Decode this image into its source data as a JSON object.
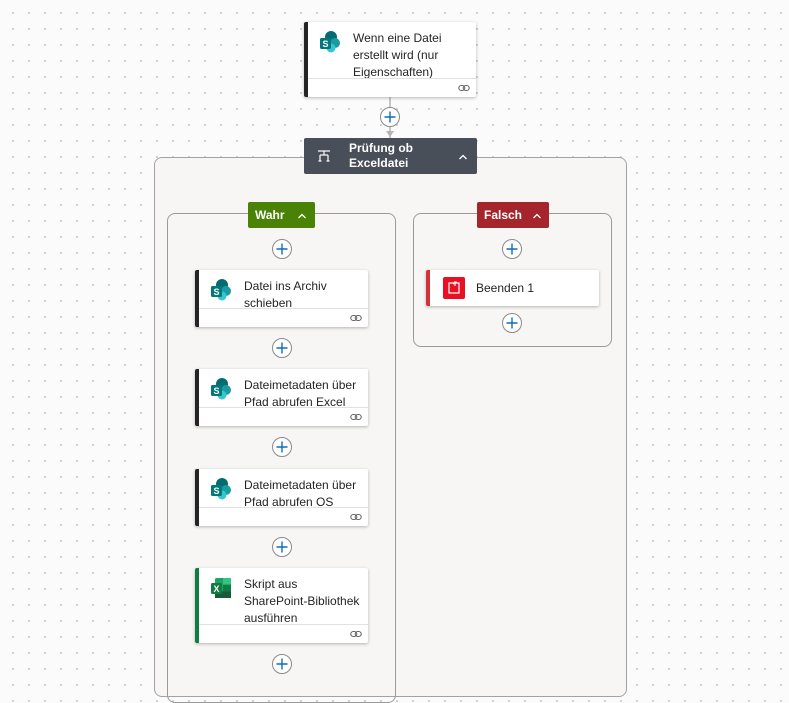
{
  "trigger": {
    "title": "Wenn eine Datei erstellt wird (nur Eigenschaften)",
    "icon": "sharepoint-icon"
  },
  "condition": {
    "title": "Prüfung ob Exceldatei",
    "icon": "condition-icon",
    "color": "#484f58"
  },
  "true_branch": {
    "label": "Wahr",
    "color": "#498205",
    "actions": [
      {
        "title": "Datei ins Archiv schieben",
        "icon": "sharepoint-icon",
        "accent": "#242424"
      },
      {
        "title": "Dateimetadaten über Pfad abrufen Excel",
        "icon": "sharepoint-icon",
        "accent": "#242424"
      },
      {
        "title": "Dateimetadaten über Pfad abrufen OS",
        "icon": "sharepoint-icon",
        "accent": "#242424"
      },
      {
        "title": "Skript aus SharePoint-Bibliothek ausführen",
        "icon": "excel-icon",
        "accent": "#107c41"
      }
    ]
  },
  "false_branch": {
    "label": "Falsch",
    "color": "#a4262c",
    "actions": [
      {
        "title": "Beenden 1",
        "icon": "terminate-icon",
        "accent": "#d13438"
      }
    ]
  }
}
